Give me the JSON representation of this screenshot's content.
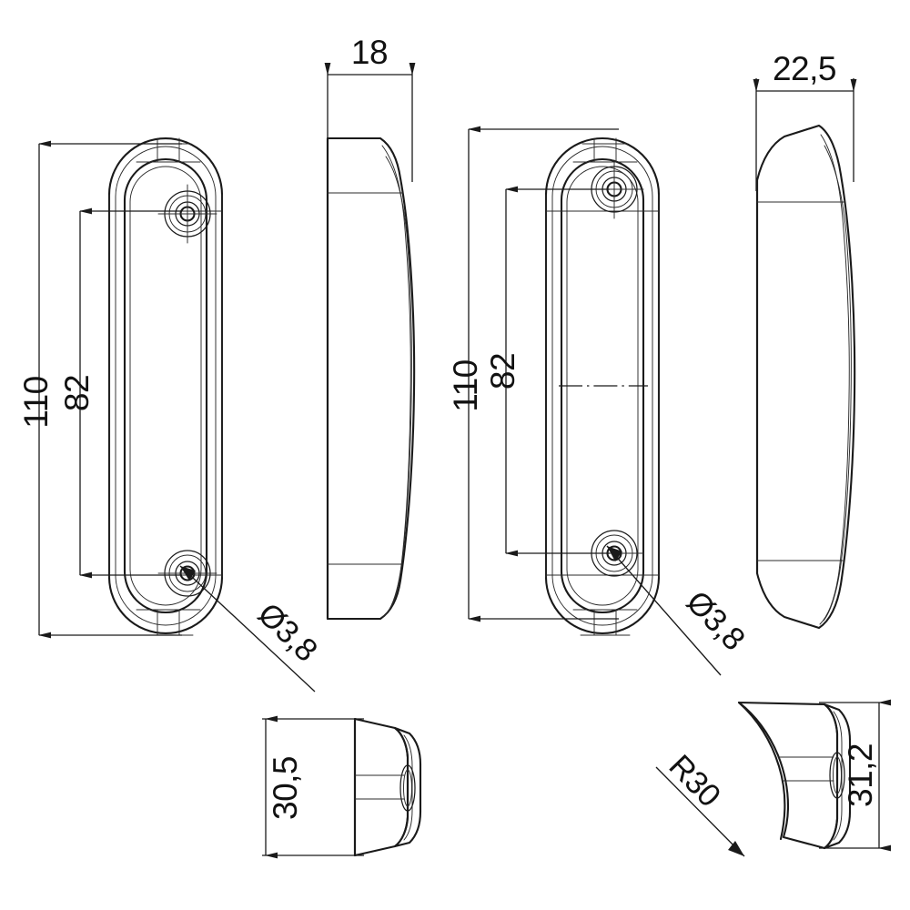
{
  "drawing": {
    "title": "Door handle rose / backplate technical drawing",
    "units": "mm",
    "background_color": "#ffffff",
    "line_color": "#1a1a1a"
  },
  "dimensions": {
    "left_plate_overall_length": "110",
    "left_plate_hole_spacing": "82",
    "left_plate_hole_diameter": "Ø3,8",
    "left_side_thickness": "18",
    "right_plate_overall_length": "110",
    "right_plate_hole_spacing": "82",
    "right_plate_hole_diameter": "Ø3,8",
    "right_side_thickness": "22,5",
    "bottom_left_end_width": "30,5",
    "bottom_right_end_width": "31,2",
    "bottom_right_radius": "R30"
  },
  "views": [
    {
      "name": "left-front-view",
      "label": "110",
      "secondary_label": "82",
      "callout": "Ø3,8"
    },
    {
      "name": "left-side-view",
      "label": "18"
    },
    {
      "name": "right-front-view",
      "label": "110",
      "secondary_label": "82",
      "callout": "Ø3,8"
    },
    {
      "name": "right-side-view",
      "label": "22,5"
    },
    {
      "name": "bottom-left-end-view",
      "label": "30,5"
    },
    {
      "name": "bottom-right-end-view",
      "label": "31,2",
      "callout": "R30"
    }
  ]
}
